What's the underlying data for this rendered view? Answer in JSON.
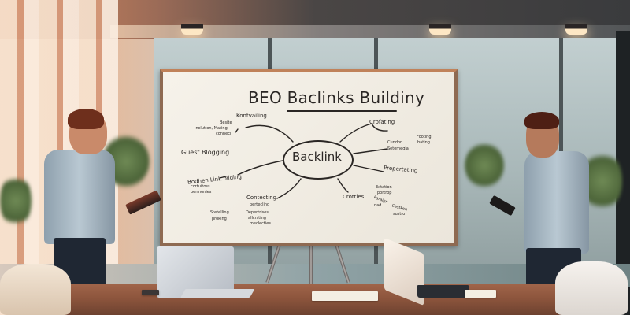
{
  "scene": {
    "description": "Two men in an office standing beside a whiteboard mind map about backlink building",
    "colors": {
      "warm_light": "#f3c9a6",
      "board_surface": "#f1ede4",
      "board_frame": "#8e6a52",
      "ink": "#2a2624",
      "table_wood": "#8b543c",
      "shirt": "#b9c8d2"
    }
  },
  "whiteboard": {
    "title": "BEO Baclinks Buildiny",
    "center": "Backlink",
    "branches": {
      "top_left": "Kontvailing",
      "top_left_note1": "Besite",
      "top_left_note2": "Inclution, Mating",
      "top_left_note3": "connecl",
      "left": "Guest Blogging",
      "lower_left": "Bodhen Link bilding",
      "lower_left_note1": "cortuitoss",
      "lower_left_note2": "permonies",
      "bottom_center": "Contecting",
      "bottom_center_note": "pertecling",
      "bottom_left_far": "Stetelling",
      "bottom_left_far_note": "proking",
      "bottom_center_low1": "Depertrises",
      "bottom_center_low2": "allcrsting",
      "bottom_center_low3": "meclecties",
      "top_right": "Crofating",
      "right_upper": "Cundon",
      "right_upper_note": "Setemegia",
      "right_upper_side1": "Footing",
      "right_upper_side2": "bating",
      "right": "Prepertating",
      "bottom_right": "Crotties",
      "bottom_right_note1": "Extation",
      "bottom_right_note2": "portrop",
      "bottom_right_note3": "Paraign",
      "bottom_right_note4": "nad",
      "bottom_right_note5": "Castken",
      "bottom_right_note6": "sustro"
    }
  }
}
